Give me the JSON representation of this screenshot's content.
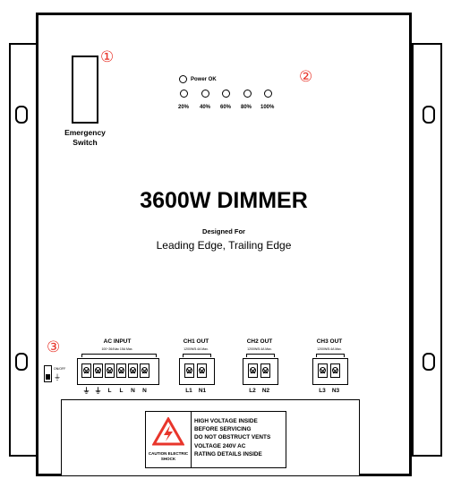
{
  "callouts": [
    "①",
    "②",
    "③"
  ],
  "emergency_switch": {
    "line1": "Emergency",
    "line2": "Switch"
  },
  "power_ok": "Power OK",
  "led_levels": [
    "20%",
    "40%",
    "60%",
    "80%",
    "100%"
  ],
  "title": "3600W DIMMER",
  "designed_for": "Designed For",
  "edge_types": "Leading Edge, Trailing Edge",
  "ac_input": {
    "label": "AC INPUT",
    "rating": "100~264Vac 15A Max.",
    "terminals": [
      "⏚",
      "⏚",
      "L",
      "L",
      "N",
      "N"
    ]
  },
  "switch_label": "ON/OFF",
  "channels": [
    {
      "label": "CH1 OUT",
      "rating": "1200W/5.4A Max.",
      "terminals": [
        "L1",
        "N1"
      ]
    },
    {
      "label": "CH2 OUT",
      "rating": "1200W/5.4A Max.",
      "terminals": [
        "L2",
        "N2"
      ]
    },
    {
      "label": "CH3 OUT",
      "rating": "1200W/5.4A Max.",
      "terminals": [
        "L3",
        "N3"
      ]
    }
  ],
  "warning": {
    "icon_caption": "CAUTION ELECTRIC SHOCK",
    "lines": [
      "HIGH VOLTAGE INSIDE",
      "BEFORE SERVICING",
      "DO NOT OBSTRUCT VENTS",
      "VOLTAGE 240V AC",
      "RATING DETAILS INSIDE"
    ]
  }
}
